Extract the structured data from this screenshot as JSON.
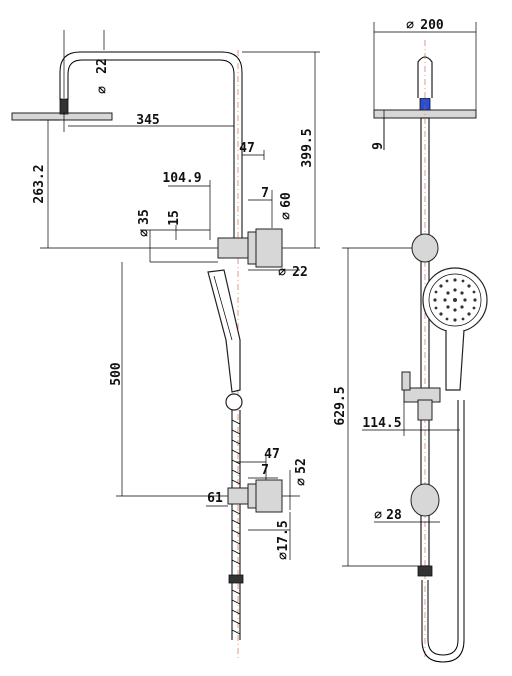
{
  "dimensions": {
    "shower_arm_dia": "22",
    "arm_reach": "345",
    "outlet_spacing": "47",
    "top_height": "399.5",
    "rail_offset": "104.9",
    "cover_depth": "7",
    "flange_dia": "60",
    "head_height": "263.2",
    "holder_dia": "35",
    "holder_depth": "15",
    "pipe_dia": "22",
    "lower_height": "500",
    "lower_spacing": "47",
    "lower_cover": "7",
    "lower_flange": "52",
    "lower_projection": "61",
    "lower_pipe": "17.5",
    "head_dia": "200",
    "head_thickness": "9",
    "rail_length": "629.5",
    "bracket_depth": "114.5",
    "rail_dia": "28"
  }
}
